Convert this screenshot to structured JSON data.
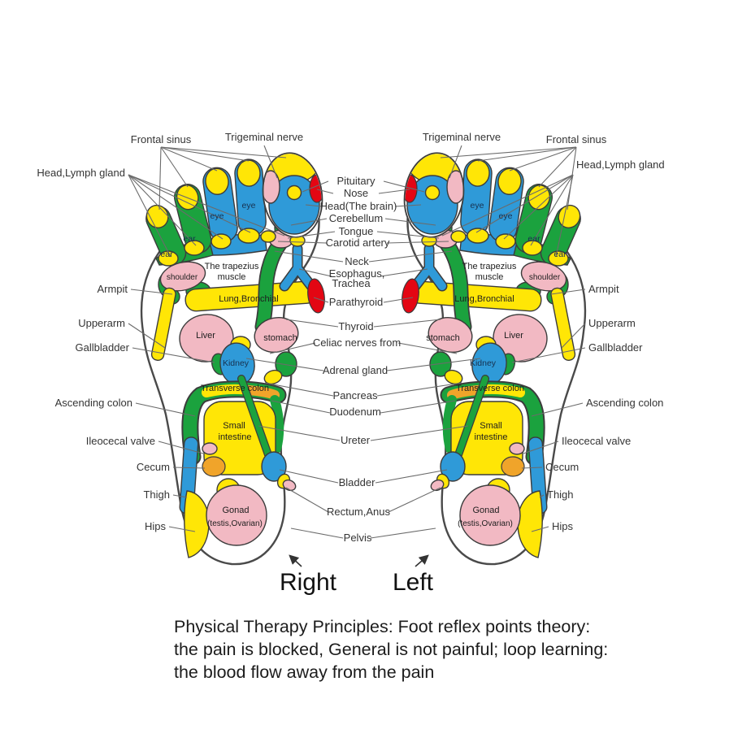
{
  "page": {
    "background": "#ffffff"
  },
  "colors": {
    "yellow": "#ffe606",
    "green": "#1ba23e",
    "blue": "#2f9ad8",
    "pink": "#f2b9c3",
    "red": "#e30613",
    "orange": "#f0a42a",
    "outline": "#3c3c3c",
    "label_text": "#343434"
  },
  "diagram": {
    "foot_captions": {
      "right": "Right",
      "left": "Left"
    },
    "internal_labels": {
      "eye": "eye",
      "ear": "ear",
      "shoulder": "shoulder",
      "trapezius_line1": "The trapezius",
      "trapezius_line2": "muscle",
      "lung": "Lung,Bronchial",
      "liver": "Liver",
      "stomach": "stomach",
      "kidney": "Kidney",
      "transverse_colon": "Transverse colon",
      "small_intestine_line1": "Small",
      "small_intestine_line2": "intestine",
      "gonad_line1": "Gonad",
      "gonad_line2": "(testis,Ovarian)"
    },
    "left_labels": [
      "Frontal sinus",
      "Trigeminal nerve",
      "Head,Lymph gland",
      "Armpit",
      "Upperarm",
      "Gallbladder",
      "Ascending colon",
      "Ileocecal valve",
      "Cecum",
      "Thigh",
      "Hips"
    ],
    "center_labels": [
      "Pituitary",
      "Nose",
      "Head(The brain)",
      "Cerebellum",
      "Tongue",
      "Carotid artery",
      "Neck",
      "Esophagus,",
      "Trachea",
      "Parathyroid",
      "Thyroid",
      "Celiac nerves from",
      "Adrenal gland",
      "Pancreas",
      "Duodenum",
      "Ureter",
      "Bladder",
      "Rectum,Anus",
      "Pelvis"
    ],
    "right_labels": [
      "Trigeminal nerve",
      "Frontal sinus",
      "Head,Lymph gland",
      "Armpit",
      "Upperarm",
      "Gallbladder",
      "Ascending colon",
      "Ileocecal valve",
      "Cecum",
      "Thigh",
      "Hips"
    ]
  },
  "caption": {
    "line1": "Physical Therapy Principles: Foot reflex points theory:",
    "line2": "the pain is blocked, General is not painful; loop learning:",
    "line3": "the blood flow away from the pain"
  }
}
